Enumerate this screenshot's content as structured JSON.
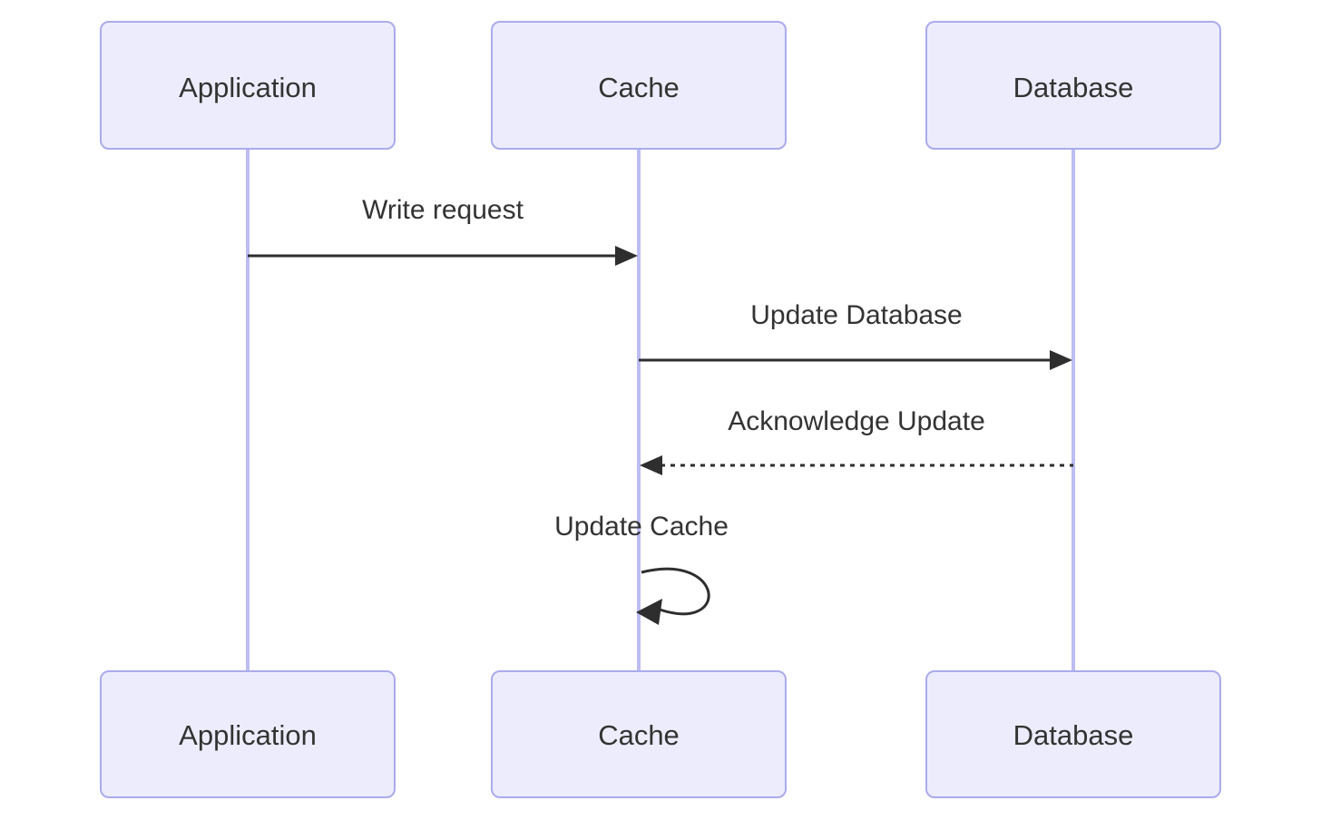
{
  "diagram": {
    "type": "sequence-diagram",
    "colors": {
      "background": "#ffffff",
      "actor_fill": "#ECECFD",
      "actor_border": "#ABABED",
      "lifeline": "#BDBDF2",
      "text": "#333333",
      "arrow": "#2E2E2E"
    },
    "actors": [
      {
        "name": "Application"
      },
      {
        "name": "Cache"
      },
      {
        "name": "Database"
      }
    ],
    "messages": [
      {
        "label": "Write request",
        "from": "Application",
        "to": "Cache",
        "style": "solid"
      },
      {
        "label": "Update Database",
        "from": "Cache",
        "to": "Database",
        "style": "solid"
      },
      {
        "label": "Acknowledge Update",
        "from": "Database",
        "to": "Cache",
        "style": "dashed"
      },
      {
        "label": "Update Cache",
        "from": "Cache",
        "to": "Cache",
        "style": "self-loop"
      }
    ]
  }
}
